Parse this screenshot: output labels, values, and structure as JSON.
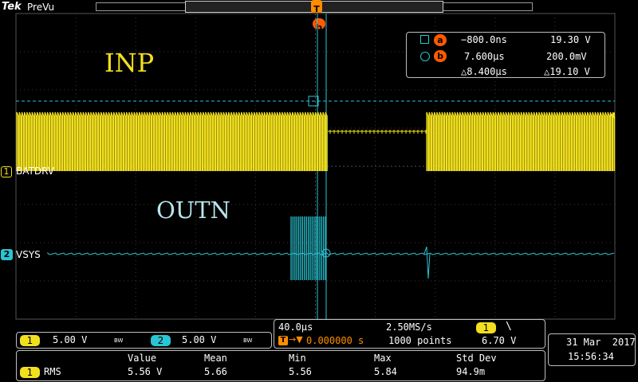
{
  "header": {
    "brand": "Tek",
    "mode": "PreVu"
  },
  "trigger_marker": {
    "letter": "T"
  },
  "cursor_b_marker": {
    "letter": "b"
  },
  "cursor_readout": {
    "cursor_a": {
      "label": "a",
      "time": "−800.0ns",
      "value": "19.30 V"
    },
    "cursor_b": {
      "label": "b",
      "time": "7.600µs",
      "value": "200.0mV"
    },
    "delta_time": "△8.400µs",
    "delta_value": "△19.10 V"
  },
  "annotations": {
    "inp": "INP",
    "outn": "OUTN"
  },
  "channels": [
    {
      "number": "1",
      "label": "BATDRV",
      "scale": "5.00 V",
      "bw": "BW",
      "color": "#f2e01e"
    },
    {
      "number": "2",
      "label": "VSYS",
      "scale": "5.00 V",
      "bw": "BW",
      "color": "#29c5d3"
    }
  ],
  "horizontal": {
    "timebase": "40.0µs",
    "sample_rate": "2.50MS/s",
    "trigger_position": "0.000000 s",
    "record_length": "1000 points"
  },
  "trigger": {
    "source": "1",
    "slope": "\\",
    "level": "6.70 V"
  },
  "datetime": {
    "date": "31 Mar  2017",
    "time": "15:56:34"
  },
  "measurements": {
    "headers": [
      "Value",
      "Mean",
      "Min",
      "Max",
      "Std Dev"
    ],
    "rows": [
      {
        "channel": "1",
        "type": "RMS",
        "values": [
          "5.56 V",
          "5.66",
          "5.56",
          "5.84",
          "94.9m"
        ]
      }
    ]
  }
}
